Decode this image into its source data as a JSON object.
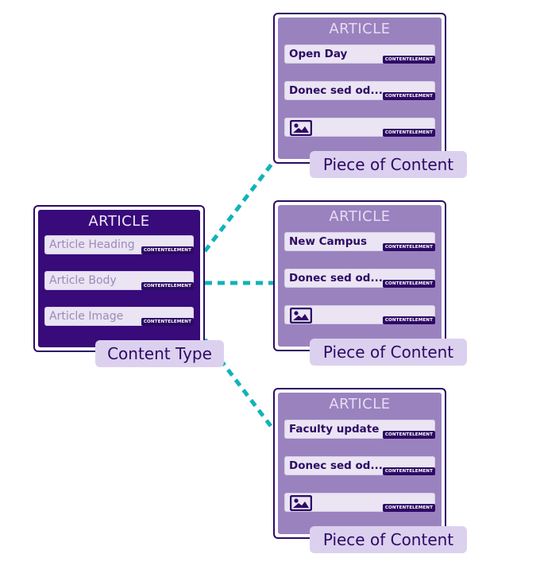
{
  "content_type": {
    "title": "ARTICLE",
    "fields": [
      {
        "text": "Article Heading",
        "badge": "CONTENTELEMENT"
      },
      {
        "text": "Article Body",
        "badge": "CONTENTELEMENT"
      },
      {
        "text": "Article Image",
        "badge": "CONTENTELEMENT"
      }
    ],
    "label": "Content Type"
  },
  "pieces": [
    {
      "title": "ARTICLE",
      "fields": [
        {
          "text": "Open Day",
          "badge": "CONTENTELEMENT"
        },
        {
          "text": "Donec sed od...",
          "badge": "CONTENTELEMENT"
        },
        {
          "text": "",
          "icon": "image-icon",
          "badge": "CONTENTELEMENT"
        }
      ],
      "label": "Piece of Content"
    },
    {
      "title": "ARTICLE",
      "fields": [
        {
          "text": "New Campus",
          "badge": "CONTENTELEMENT"
        },
        {
          "text": "Donec sed od...",
          "badge": "CONTENTELEMENT"
        },
        {
          "text": "",
          "icon": "image-icon",
          "badge": "CONTENTELEMENT"
        }
      ],
      "label": "Piece of Content"
    },
    {
      "title": "ARTICLE",
      "fields": [
        {
          "text": "Faculty update",
          "badge": "CONTENTELEMENT"
        },
        {
          "text": "Donec sed od...",
          "badge": "CONTENTELEMENT"
        },
        {
          "text": "",
          "icon": "image-icon",
          "badge": "CONTENTELEMENT"
        }
      ],
      "label": "Piece of Content"
    }
  ],
  "colors": {
    "connector": "#10b3b9",
    "content_type_fill": "#380a7a",
    "piece_fill": "#9a82bf",
    "label_fill": "#dcd0ef",
    "border": "#2d0a64"
  }
}
